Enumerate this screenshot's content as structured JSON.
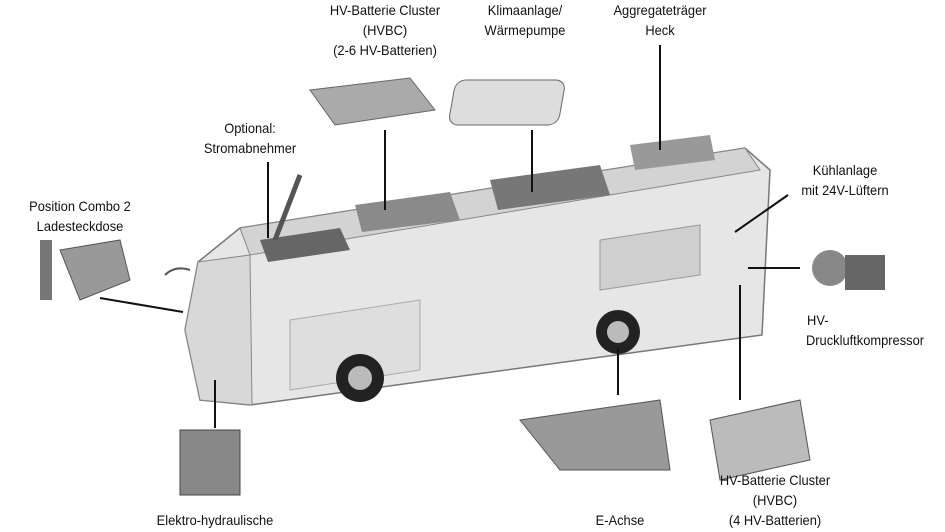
{
  "labels": {
    "hvbc_top": {
      "l1": "HV-Batterie Cluster",
      "l2": "(HVBC)",
      "l3": "(2-6 HV-Batterien)"
    },
    "klima": {
      "l1": "Klimaanlage/",
      "l2": "Wärmepumpe"
    },
    "aggregat": {
      "l1": "Aggregateträger",
      "l2": "Heck"
    },
    "stromabnehmer": {
      "l1": "Optional:",
      "l2": "Stromabnehmer"
    },
    "combo": {
      "l1": "Position Combo 2",
      "l2": "Ladesteckdose"
    },
    "kuehl": {
      "l1": "Kühlanlage",
      "l2": "mit 24V-Lüftern"
    },
    "kompressor": {
      "l1": "HV-",
      "l2": "Druckluftkompressor"
    },
    "lenkung": {
      "l1": "Elektro-hydraulische"
    },
    "eachse": {
      "l1": "E-Achse"
    },
    "hvbc_bottom": {
      "l1": "HV-Batterie Cluster",
      "l2": "(HVBC)",
      "l3": "(4 HV-Batterien)"
    }
  }
}
